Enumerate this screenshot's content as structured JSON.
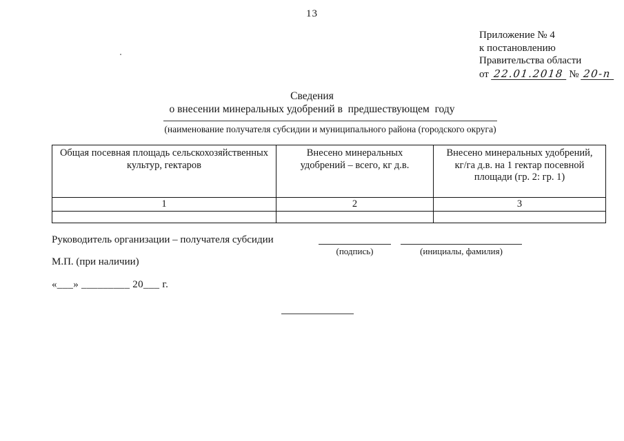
{
  "page": {
    "number": "13"
  },
  "colors": {
    "paper": "#ffffff",
    "ink": "#161616"
  },
  "appendix": {
    "line1": "Приложение № 4",
    "line2": "к постановлению",
    "line3": "Правительства области",
    "date_prefix": "от",
    "date_value": "22.01.2018",
    "number_sign": "№",
    "number_value": "20-п"
  },
  "title": {
    "line1": "Сведения",
    "line2": "о внесении минеральных удобрений в  предшествующем  году"
  },
  "name_line": {
    "caption": "(наименование получателя субсидии и муниципального района (городского округа)"
  },
  "table": {
    "headers": [
      "Общая посевная площадь сельскохозяйственных культур, гектаров",
      "Внесено минеральных удобрений – всего, кг д.в.",
      "Внесено минеральных удобрений, кг/га д.в. на 1 гектар посевной площади (гр. 2: гр. 1)"
    ],
    "column_numbers": [
      "1",
      "2",
      "3"
    ],
    "data_row": [
      "",
      "",
      ""
    ]
  },
  "signature": {
    "label": "Руководитель организации – получателя субсидии",
    "sign_caption": "(подпись)",
    "name_caption": "(инициалы, фамилия)"
  },
  "stamp": {
    "label": "М.П. (при наличии)"
  },
  "date_line": {
    "text": "«___» _________ 20___ г."
  }
}
